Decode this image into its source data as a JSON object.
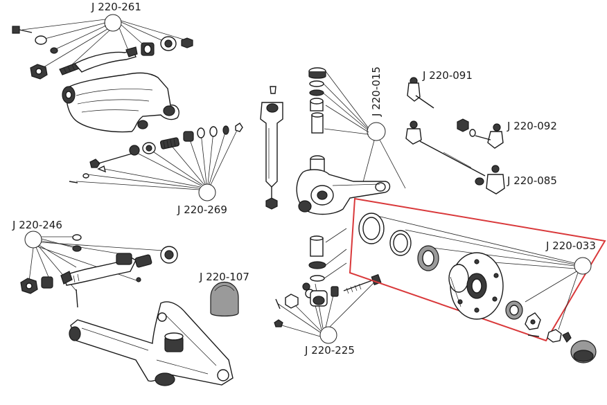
{
  "labels": {
    "j220_261": "J 220-261",
    "j220_015": "J 220-015",
    "j220_091": "J 220-091",
    "j220_092": "J 220-092",
    "j220_085": "J 220-085",
    "j220_269": "J 220-269",
    "j220_246": "J 220-246",
    "j220_033": "J 220-033",
    "j220_107": "J 220-107",
    "j220_225": "J 220-225"
  },
  "colors": {
    "ink": "#1a1a1a",
    "highlight_frame": "#d9383a",
    "background": "#ffffff"
  }
}
